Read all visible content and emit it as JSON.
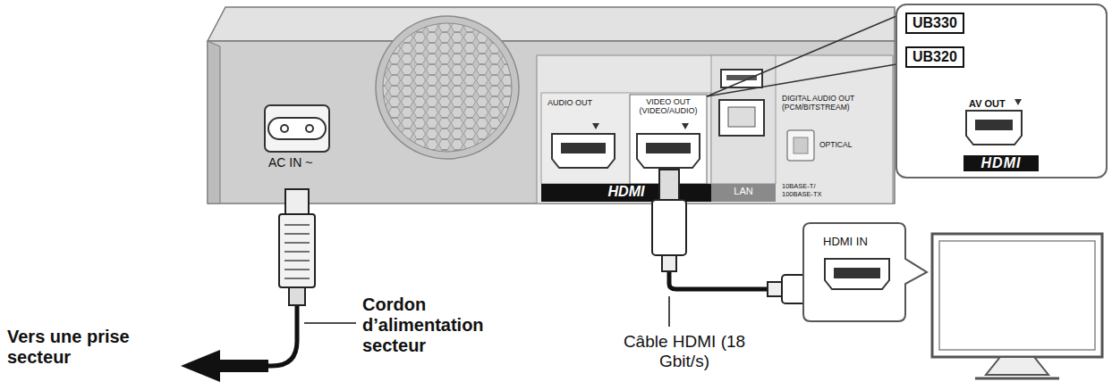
{
  "diagram": {
    "nodes": [
      {
        "text": [
          "AV OUT",
          "HDMI"
        ]
      },
      {
        "text": [
          "UB330"
        ]
      },
      {
        "text": [
          "UB320"
        ]
      },
      {
        "text": [
          "HDMI IN"
        ]
      }
    ],
    "labels": [
      "AC IN ~",
      "AUDIO OUT",
      "VIDEO OUT (VIDEO/AUDIO)",
      "HDMI",
      "LAN",
      "DIGITAL AUDIO OUT (PCM/BITSTREAM)",
      "OPTICAL",
      "10BASE-T/ 100BASE-TX",
      "Cordon d’alimentation secteur",
      "Vers une prise secteur",
      "Câble HDMI (18 Gbit/s)"
    ]
  }
}
